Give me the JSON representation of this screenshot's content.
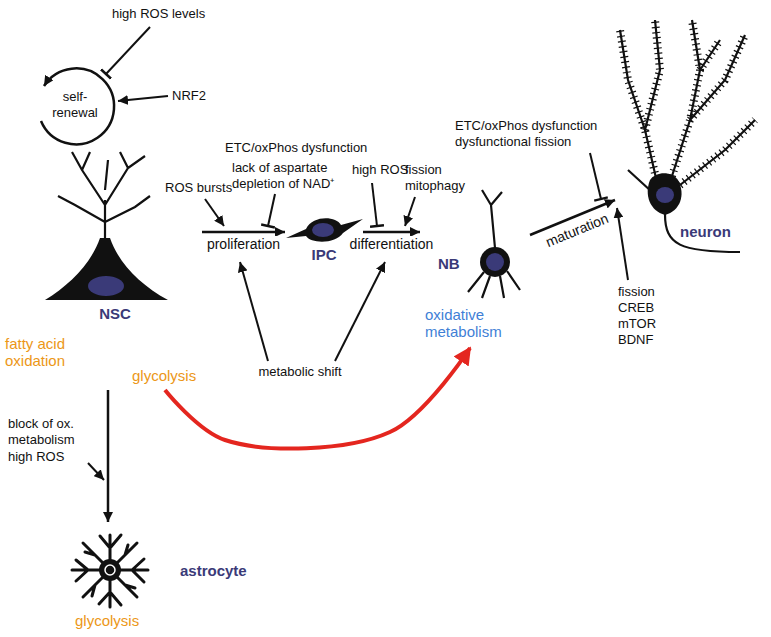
{
  "diagram": {
    "nodes": [
      {
        "text": [
          "NSC",
          "fatty acid oxidation",
          "glycolysis"
        ]
      },
      {
        "text": [
          "IPC"
        ]
      },
      {
        "text": [
          "NB",
          "oxidative metabolism"
        ]
      },
      {
        "text": [
          "neuron"
        ]
      },
      {
        "text": [
          "astrocyte",
          "glycolysis"
        ]
      }
    ],
    "edges": [
      {
        "from": 0,
        "to": 1,
        "label": "proliferation",
        "arrow": "to"
      },
      {
        "from": 1,
        "to": 2,
        "label": "differentiation",
        "arrow": "to"
      },
      {
        "from": 2,
        "to": 3,
        "label": "maturation",
        "arrow": "to"
      },
      {
        "from": 0,
        "to": 4,
        "arrow": "to"
      },
      {
        "from": 0,
        "to": 2,
        "arrow": "to"
      }
    ],
    "labels": [
      "high ROS levels",
      "NRF2",
      "self-renewal",
      "ROS bursts",
      "lack of aspartate",
      "depletion of NAD⁺",
      "ETC/oxPhos dysfunction",
      "high ROS",
      "fission mitophagy",
      "metabolic shift",
      "block of ox. metabolism",
      "high ROS",
      "ETC/oxPhos dysfunction",
      "dysfunctional fission",
      "fission",
      "CREB",
      "mTOR",
      "BDNF"
    ]
  }
}
